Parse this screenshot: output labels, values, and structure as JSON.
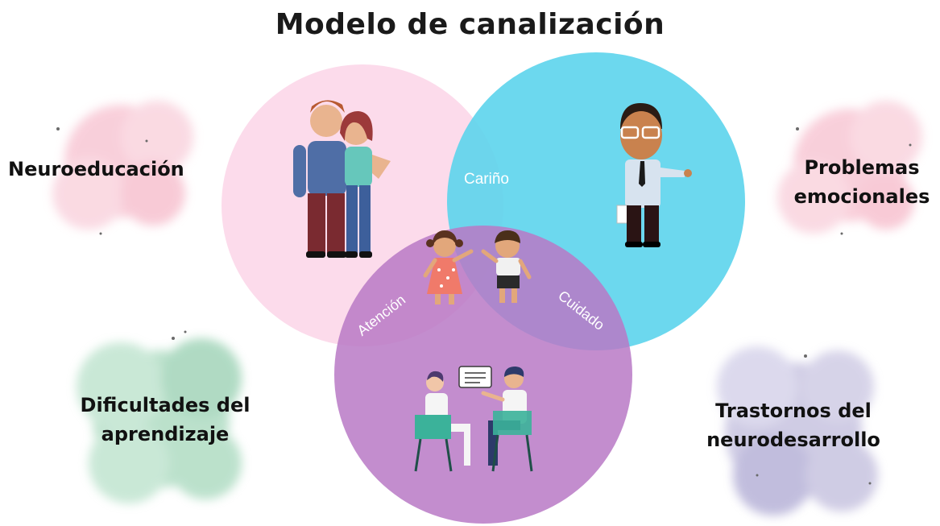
{
  "title": "Modelo de canalización",
  "circles": {
    "top_left": {
      "color": "#fcd9ea"
    },
    "top_right": {
      "color": "#5cd4ec"
    },
    "bottom": {
      "color": "#b979c6"
    }
  },
  "overlap_labels": {
    "carino": "Cariño",
    "atencion": "Atención",
    "cuidado": "Cuidado"
  },
  "side_labels": {
    "neuroeducacion": [
      "Neuroeducación"
    ],
    "problemas_emocionales": [
      "Problemas",
      "emocionales"
    ],
    "dificultades_aprendizaje": [
      "Dificultades del",
      "aprendizaje"
    ],
    "trastornos_neurodesarrollo": [
      "Trastornos del",
      "neurodesarrollo"
    ]
  },
  "blob_colors": {
    "pink": "#f4a9bd",
    "green": "#8fceaa",
    "lavender": "#a9a3cf"
  }
}
